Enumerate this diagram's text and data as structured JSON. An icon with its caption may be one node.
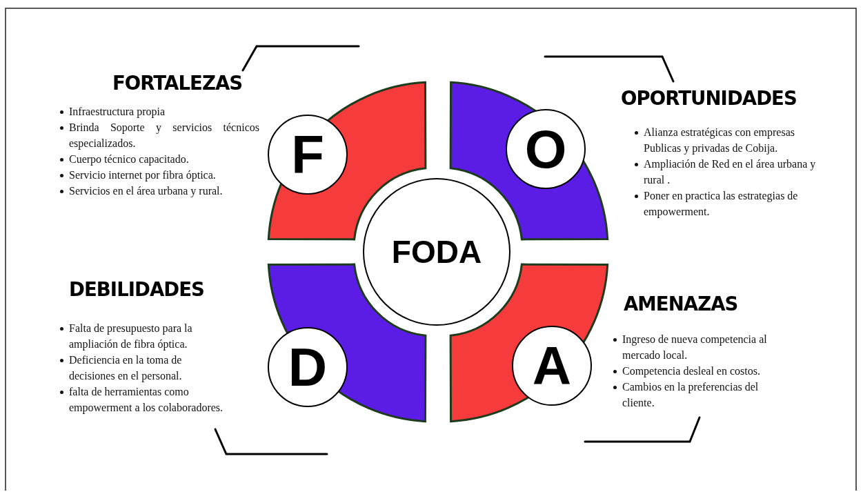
{
  "diagram": {
    "nodes": [
      {
        "text": [
          "F"
        ]
      },
      {
        "text": [
          "O"
        ]
      },
      {
        "text": [
          "FODA"
        ]
      },
      {
        "text": [
          "D"
        ]
      },
      {
        "text": [
          "A"
        ]
      }
    ],
    "labels": [
      "FORTALEZAS",
      "Infraestructura propia",
      "Brinda Soporte y servicios técnicos especializados.",
      "Cuerpo técnico capacitado.",
      "Servicio internet por fibra óptica.",
      "Servicios en el área urbana y rural.",
      "OPORTUNIDADES",
      "Alianza estratégicas con empresas Publicas y privadas de Cobija.",
      "Ampliación de Red en el área urbana y rural .",
      "Poner en practica las estrategias de empowerment.",
      "DEBILIDADES",
      "Falta de presupuesto para la ampliación de fibra óptica.",
      "Deficiencia en la toma de decisiones en el personal.",
      "falta de herramientas como empowerment a los colaboradores.",
      "AMENAZAS",
      "Ingreso de nueva competencia al mercado local.",
      "Competencia desleal en costos.",
      "Cambios en la preferencias del cliente."
    ]
  }
}
